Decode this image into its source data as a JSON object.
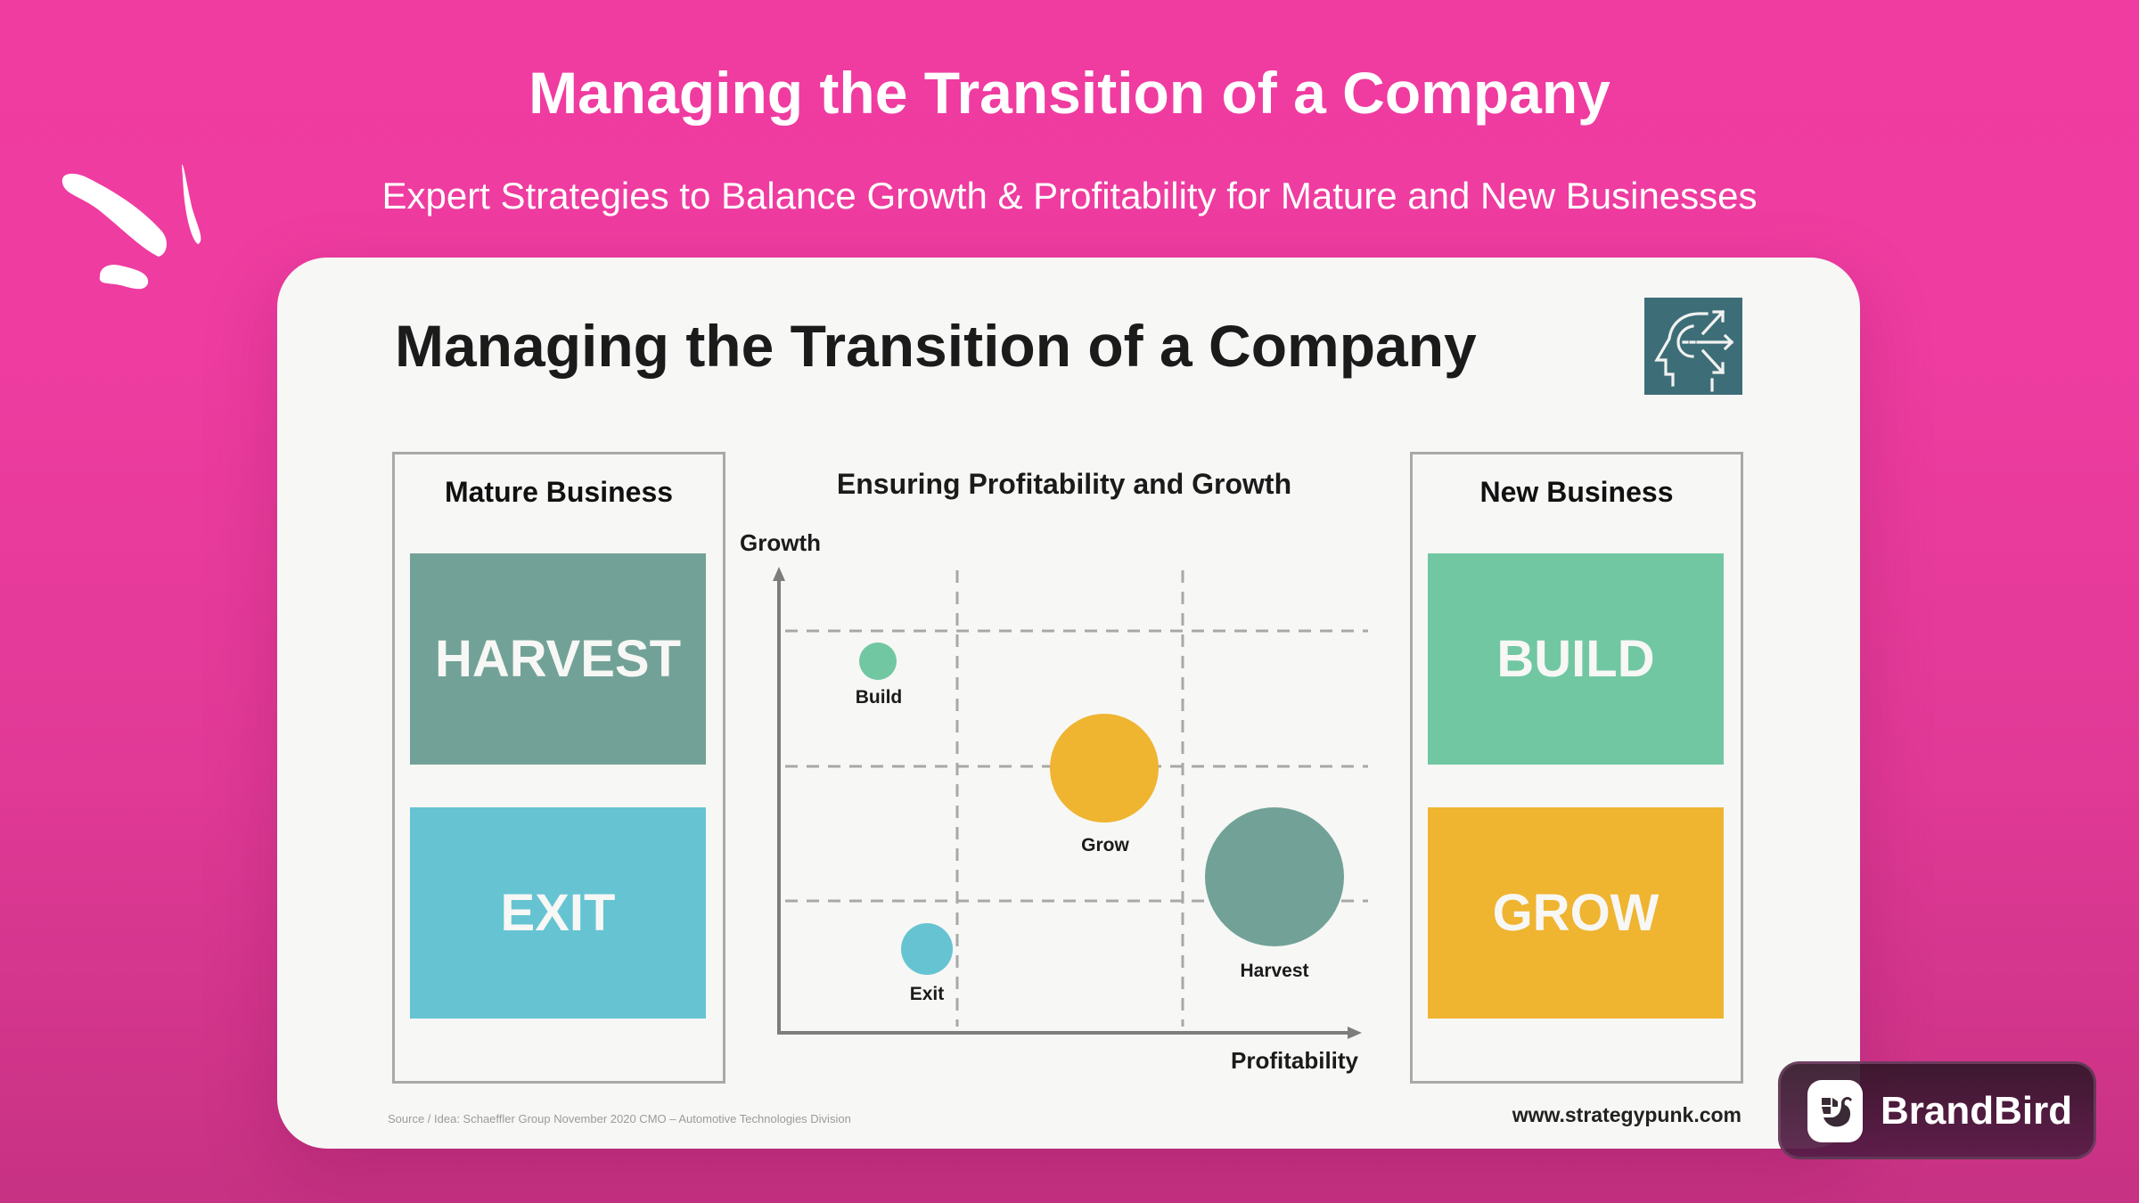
{
  "header": {
    "title": "Managing the Transition of a Company",
    "subtitle": "Expert Strategies to Balance Growth & Profitability for Mature and New Businesses"
  },
  "card": {
    "title": "Managing the Transition of a Company",
    "icon": "head-strategy-arrows-icon",
    "source": "Source / Idea: Schaeffler Group November  2020 CMO – Automotive  Technologies Division",
    "website": "www.strategypunk.com"
  },
  "left_panel": {
    "title": "Mature Business",
    "tiles": [
      {
        "label": "HARVEST",
        "color": "#72a297"
      },
      {
        "label": "EXIT",
        "color": "#66c4d2"
      }
    ]
  },
  "right_panel": {
    "title": "New Business",
    "tiles": [
      {
        "label": "BUILD",
        "color": "#71c7a2"
      },
      {
        "label": "GROW",
        "color": "#efb430"
      }
    ]
  },
  "chart": {
    "heading": "Ensuring Profitability and Growth",
    "y_label": "Growth",
    "x_label": "Profitability",
    "bubbles": [
      {
        "label": "Build",
        "color": "#71c7a2"
      },
      {
        "label": "Grow",
        "color": "#efb430"
      },
      {
        "label": "Harvest",
        "color": "#72a297"
      },
      {
        "label": "Exit",
        "color": "#66c4d2"
      }
    ]
  },
  "chart_data": {
    "type": "scatter",
    "title": "Ensuring Profitability and Growth",
    "xlabel": "Profitability",
    "ylabel": "Growth",
    "grid": "dashed 3x3 quadrants",
    "points": [
      {
        "name": "Build",
        "x": 0.17,
        "y": 0.85,
        "size": "small",
        "color": "#71c7a2"
      },
      {
        "name": "Grow",
        "x": 0.56,
        "y": 0.58,
        "size": "large",
        "color": "#efb430"
      },
      {
        "name": "Harvest",
        "x": 0.85,
        "y": 0.34,
        "size": "largest",
        "color": "#72a297"
      },
      {
        "name": "Exit",
        "x": 0.25,
        "y": 0.18,
        "size": "medium",
        "color": "#66c4d2"
      }
    ]
  },
  "badge": {
    "label": "BrandBird"
  }
}
